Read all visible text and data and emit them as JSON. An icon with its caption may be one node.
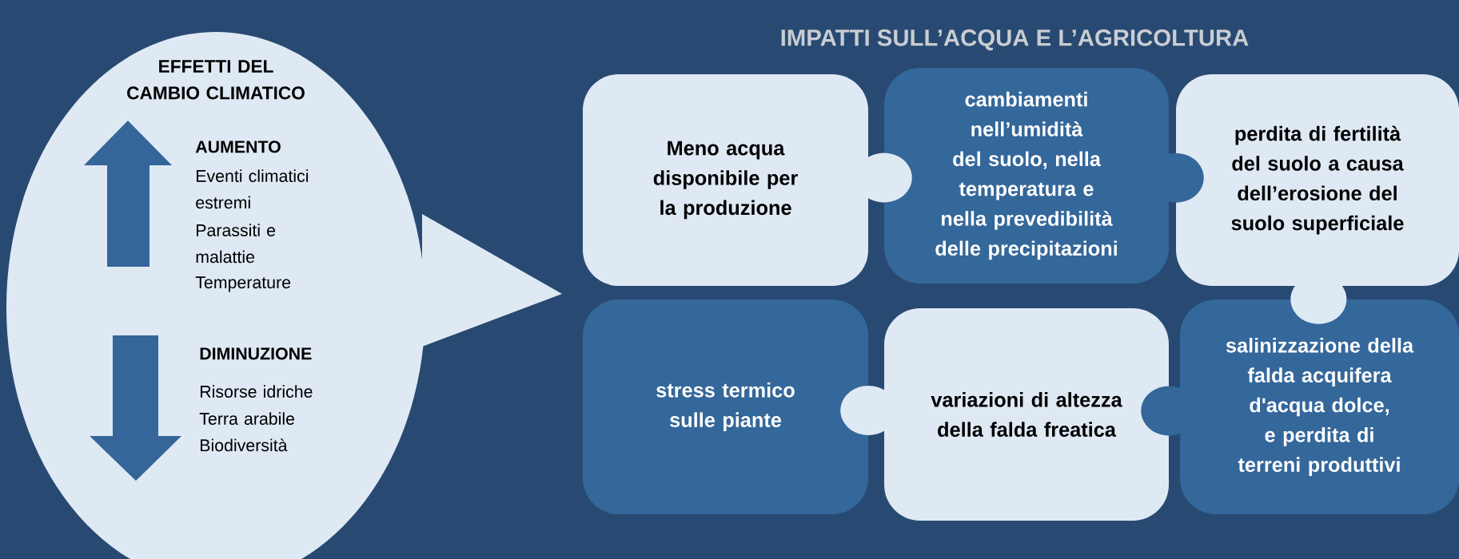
{
  "diagram": {
    "title": "IMPATTI SULL’ACQUA E L’AGRICOLTURA",
    "nodes": [
      {
        "text": [
          "EFFETTI DEL CAMBIO CLIMATICO",
          "AUMENTO",
          "Eventi climatici estremi",
          "Parassiti e malattie",
          "Temperature",
          "DIMINUZIONE",
          "Risorse idriche",
          "Terra arabile",
          "Biodiversità"
        ]
      },
      {
        "text": [
          "Meno acqua disponibile per la produzione"
        ]
      },
      {
        "text": [
          "cambiamenti nell’umidità del suolo, nella temperatura e nella prevedibilità delle precipitazioni"
        ]
      },
      {
        "text": [
          "perdita di fertilità del suolo a causa dell’erosione del suolo superficiale"
        ]
      },
      {
        "text": [
          "stress termico sulle piante"
        ]
      },
      {
        "text": [
          "variazioni di altezza della falda freatica"
        ]
      },
      {
        "text": [
          "salinizzazione della falda acquifera d'acqua dolce, e perdita di terreni produttivi"
        ]
      }
    ],
    "edges": [
      {
        "from": 1,
        "to": 2,
        "arrow": "other"
      },
      {
        "from": 2,
        "to": 3,
        "arrow": "other"
      },
      {
        "from": 3,
        "to": 6,
        "arrow": "other"
      },
      {
        "from": 6,
        "to": 5,
        "arrow": "other"
      },
      {
        "from": 5,
        "to": 4,
        "arrow": "other"
      }
    ]
  }
}
